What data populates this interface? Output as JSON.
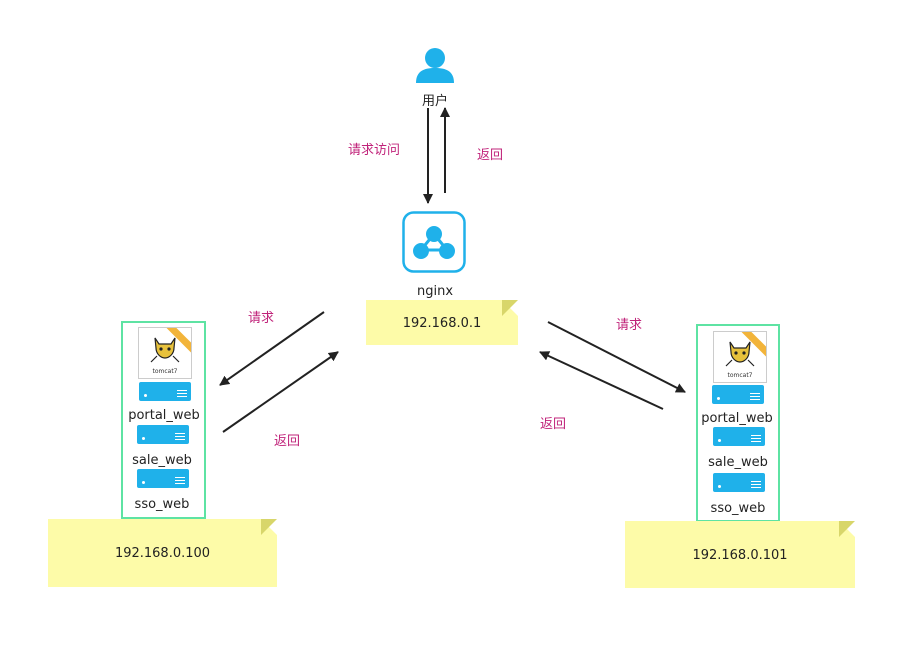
{
  "user": {
    "label": "用户",
    "icon": "user-icon"
  },
  "nginx": {
    "label": "nginx",
    "icon": "share-hub-icon",
    "ip": "192.168.0.1"
  },
  "edges": {
    "user_to_nginx": "请求访问",
    "nginx_to_user": "返回",
    "nginx_to_left": "请求",
    "left_to_nginx": "返回",
    "nginx_to_right": "请求",
    "right_to_nginx": "返回"
  },
  "left_server": {
    "ip": "192.168.0.100",
    "tomcat_label": "tomcat7",
    "apps": [
      "portal_web",
      "sale_web",
      "sso_web"
    ]
  },
  "right_server": {
    "ip": "192.168.0.101",
    "tomcat_label": "tomcat7",
    "apps": [
      "portal_web",
      "sale_web",
      "sso_web"
    ]
  },
  "colors": {
    "accent": "#1fb1ea",
    "box_border": "#5ee3a3",
    "note_bg": "#fdfba8",
    "edge_label": "#c0237a"
  }
}
